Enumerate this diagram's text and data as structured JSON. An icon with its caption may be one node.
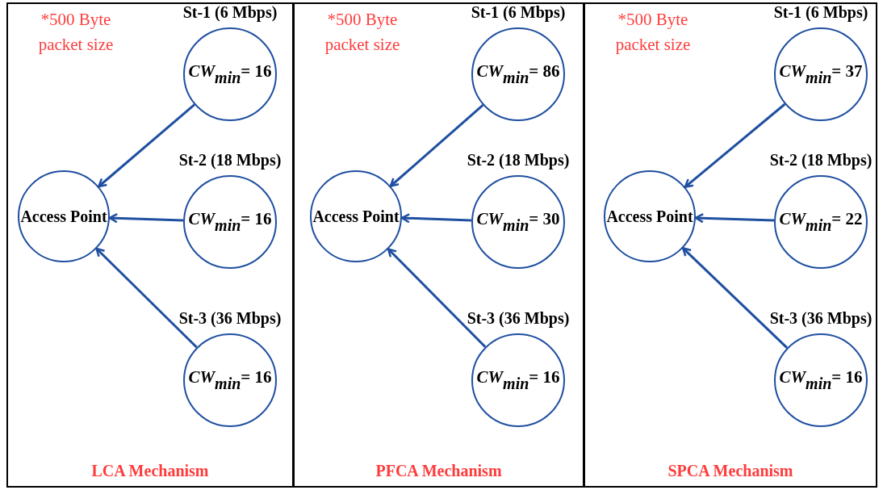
{
  "diagram": {
    "nodes": [
      {
        "text": [
          "*500 Byte packet size",
          "LCA Mechanism"
        ]
      },
      {
        "text": [
          "Access Point"
        ],
        "in": 0
      },
      {
        "text": [
          "*CW*$_{min}$= 16"
        ],
        "in": 0,
        "beside": [
          "St-1 (6 Mbps)"
        ]
      },
      {
        "text": [
          "*CW*$_{min}$= 16"
        ],
        "in": 0,
        "beside": [
          "St-2 (18 Mbps)"
        ]
      },
      {
        "text": [
          "*CW*$_{min}$= 16"
        ],
        "in": 0,
        "beside": [
          "St-3 (36 Mbps)"
        ]
      },
      {
        "text": [
          "*500 Byte packet size",
          "PFCA Mechanism"
        ]
      },
      {
        "text": [
          "Access Point"
        ],
        "in": 5
      },
      {
        "text": [
          "*CW*$_{min}$= 86"
        ],
        "in": 5,
        "beside": [
          "St-1 (6 Mbps)"
        ]
      },
      {
        "text": [
          "*CW*$_{min}$= 30"
        ],
        "in": 5,
        "beside": [
          "St-2 (18 Mbps)"
        ]
      },
      {
        "text": [
          "*CW*$_{min}$= 16"
        ],
        "in": 5,
        "beside": [
          "St-3 (36 Mbps)"
        ]
      },
      {
        "text": [
          "*500 Byte packet size",
          "SPCA Mechanism"
        ]
      },
      {
        "text": [
          "Access Point"
        ],
        "in": 10
      },
      {
        "text": [
          "*CW*$_{min}$= 37"
        ],
        "in": 10,
        "beside": [
          "St-1 (6 Mbps)"
        ]
      },
      {
        "text": [
          "*CW*$_{min}$= 22"
        ],
        "in": 10,
        "beside": [
          "St-2 (18 Mbps)"
        ]
      },
      {
        "text": [
          "*CW*$_{min}$= 16"
        ],
        "in": 10,
        "beside": [
          "St-3 (36 Mbps)"
        ]
      }
    ],
    "edges": [
      {
        "from": 2,
        "to": 1,
        "arrow": "to"
      },
      {
        "from": 3,
        "to": 1,
        "arrow": "to"
      },
      {
        "from": 4,
        "to": 1,
        "arrow": "to"
      },
      {
        "from": 7,
        "to": 6,
        "arrow": "to"
      },
      {
        "from": 8,
        "to": 6,
        "arrow": "to"
      },
      {
        "from": 9,
        "to": 6,
        "arrow": "to"
      },
      {
        "from": 12,
        "to": 11,
        "arrow": "to"
      },
      {
        "from": 13,
        "to": 11,
        "arrow": "to"
      },
      {
        "from": 14,
        "to": 11,
        "arrow": "to"
      }
    ]
  }
}
